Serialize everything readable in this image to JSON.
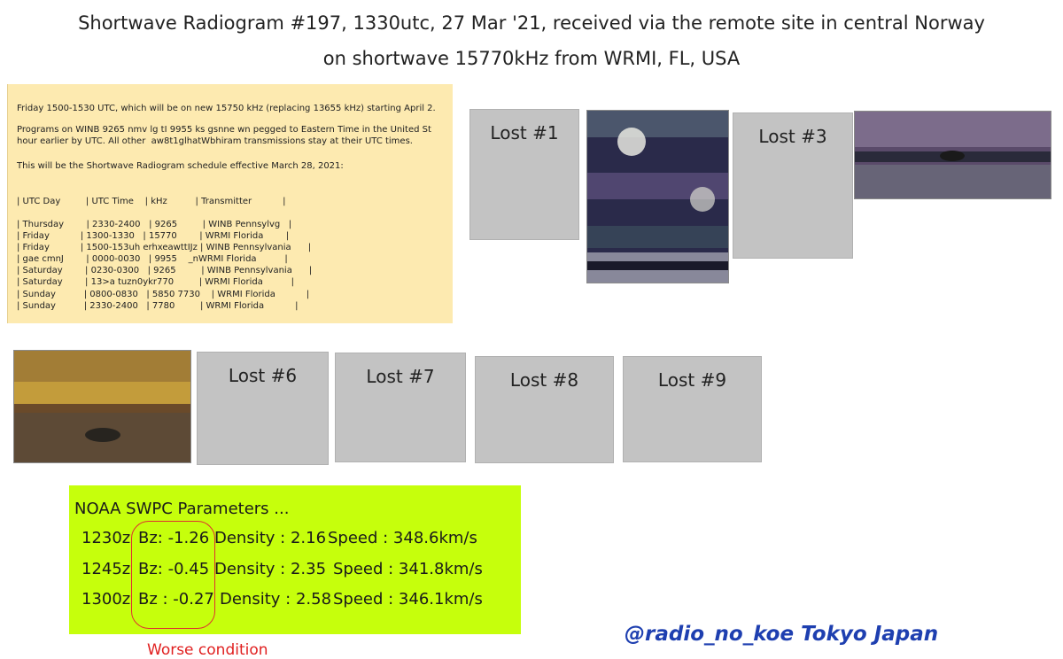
{
  "header": {
    "line1": "Shortwave Radiogram #197, 1330utc, 27 Mar '21, received via the remote site in central Norway",
    "line2": "on shortwave 15770kHz from WRMI, FL, USA"
  },
  "document_lines": [
    "Friday 1500-1530 UTC, which will be on new 15750 kHz (replacing 13655 kHz) starting April 2.",
    "",
    "Programs on WINB 9265 nmv lg tI 9955 ks gsnne wn pegged to Eastern Time in the United St",
    "hour earlier by UTC. All other  aw8t1glhatWbhiram transmissions stay at their UTC times.",
    "",
    "This will be the Shortwave Radiogram schedule effective March 28, 2021:",
    "",
    "",
    "| UTC Day         | UTC Time    | kHz          | Transmitter           |",
    "",
    "| Thursday        | 2330-2400   | 9265         | WINB Pennsylvg   |",
    "| Friday           | 1300-1330   | 15770        | WRMI Florida        |",
    "| Friday           | 1500-153uh erhxeawttIJz | WINB Pennsylvania      |",
    "| gae cmnJ        | 0000-0030   | 9955    _nWRMI Florida          |",
    "| Saturday        | 0230-0300   | 9265         | WINB Pennsylvania      |",
    "| Saturday        | 13>a tuzn0ykr770         | WRMI Florida          |",
    "| Sunday          | 0800-0830   | 5850 7730    | WRMI Florida           |",
    "| Sunday          | 2330-2400   | 7780         | WRMI Florida           |"
  ],
  "lost_labels": [
    "Lost #1",
    "Lost #3",
    "Lost #6",
    "Lost #7",
    "Lost #8",
    "Lost #9"
  ],
  "noaa": {
    "title": "NOAA SWPC Parameters ...",
    "rows": [
      {
        "time": "1230z",
        "bz": "Bz: -1.26",
        "density": "Density : 2.16",
        "speed": "Speed : 348.6km/s"
      },
      {
        "time": "1245z",
        "bz": "Bz: -0.45",
        "density": "Density : 2.35",
        "speed": "Speed : 341.8km/s"
      },
      {
        "time": "1300z",
        "bz": "Bz : -0.27",
        "density": "Density : 2.58",
        "speed": "Speed : 346.1km/s"
      }
    ]
  },
  "annotation": "Worse condition",
  "handle": "@radio_no_koe Tokyo Japan",
  "colors": {
    "noaa_bg": "#c6ff0c",
    "doc_bg": "#fdeab0",
    "annotation": "#e02020",
    "handle": "#1e3fb0"
  }
}
